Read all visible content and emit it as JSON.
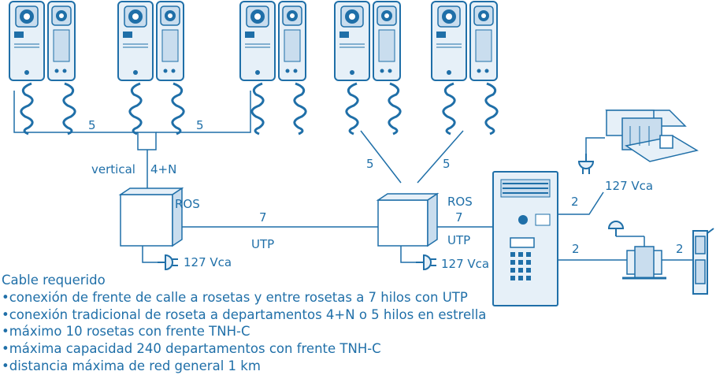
{
  "colors": {
    "stroke": "#1f6fa8",
    "fill_light": "#e6f0f8",
    "fill_mid": "#c9ddee",
    "text": "#1f6fa8"
  },
  "icons": [
    "intercom-handset-icon",
    "plug-icon",
    "power-supply-icon",
    "transformer-icon",
    "door-strike-icon",
    "door-panel-icon",
    "keypad-icon",
    "junction-box-icon"
  ],
  "labels": {
    "left_5a": "5",
    "left_5b": "5",
    "vertical": "vertical",
    "four_n": "4+N",
    "ros_left": "ROS",
    "ros_right": "ROS",
    "seven_left": "7",
    "seven_right": "7",
    "utp_left": "UTP",
    "utp_right": "UTP",
    "mid_5a": "5",
    "mid_5b": "5",
    "vca_left": "127 Vca",
    "vca_mid": "127 Vca",
    "vca_right": "127 Vca",
    "two_top": "2",
    "two_mid": "2",
    "two_right": "2"
  },
  "notes": {
    "title": "Cable requerido",
    "items": [
      "conexión de frente de calle a rosetas y entre rosetas a 7 hilos con UTP",
      "conexión tradicional de roseta a departamentos 4+N o 5 hilos en estrella",
      "máximo 10 rosetas con frente TNH-C",
      "máxima capacidad 240 departamentos con frente TNH-C",
      "distancia máxima de red general 1 km"
    ]
  }
}
